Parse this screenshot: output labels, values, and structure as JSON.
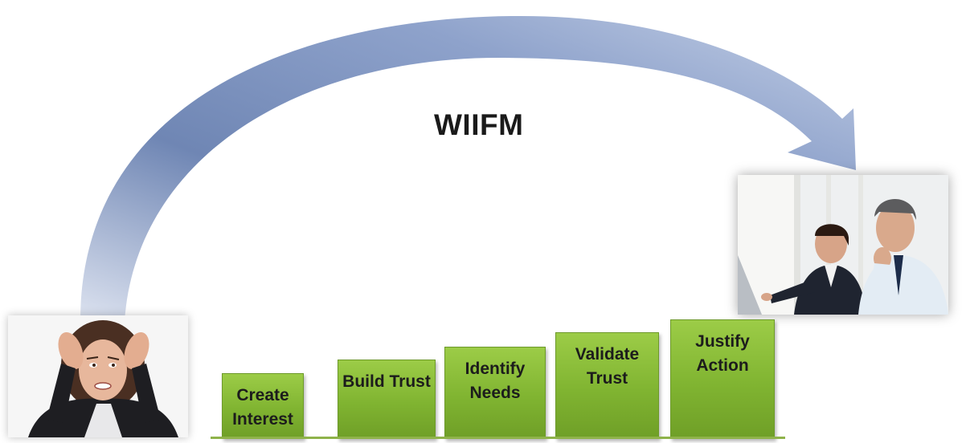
{
  "diagram": {
    "headline": "WIIFM",
    "steps": [
      {
        "label": "Create Interest"
      },
      {
        "label": "Build Trust"
      },
      {
        "label": "Identify Needs"
      },
      {
        "label": "Validate Trust"
      },
      {
        "label": "Justify Action"
      }
    ],
    "arrow_color": "#8fa3cc",
    "step_color": "#86b93a"
  }
}
